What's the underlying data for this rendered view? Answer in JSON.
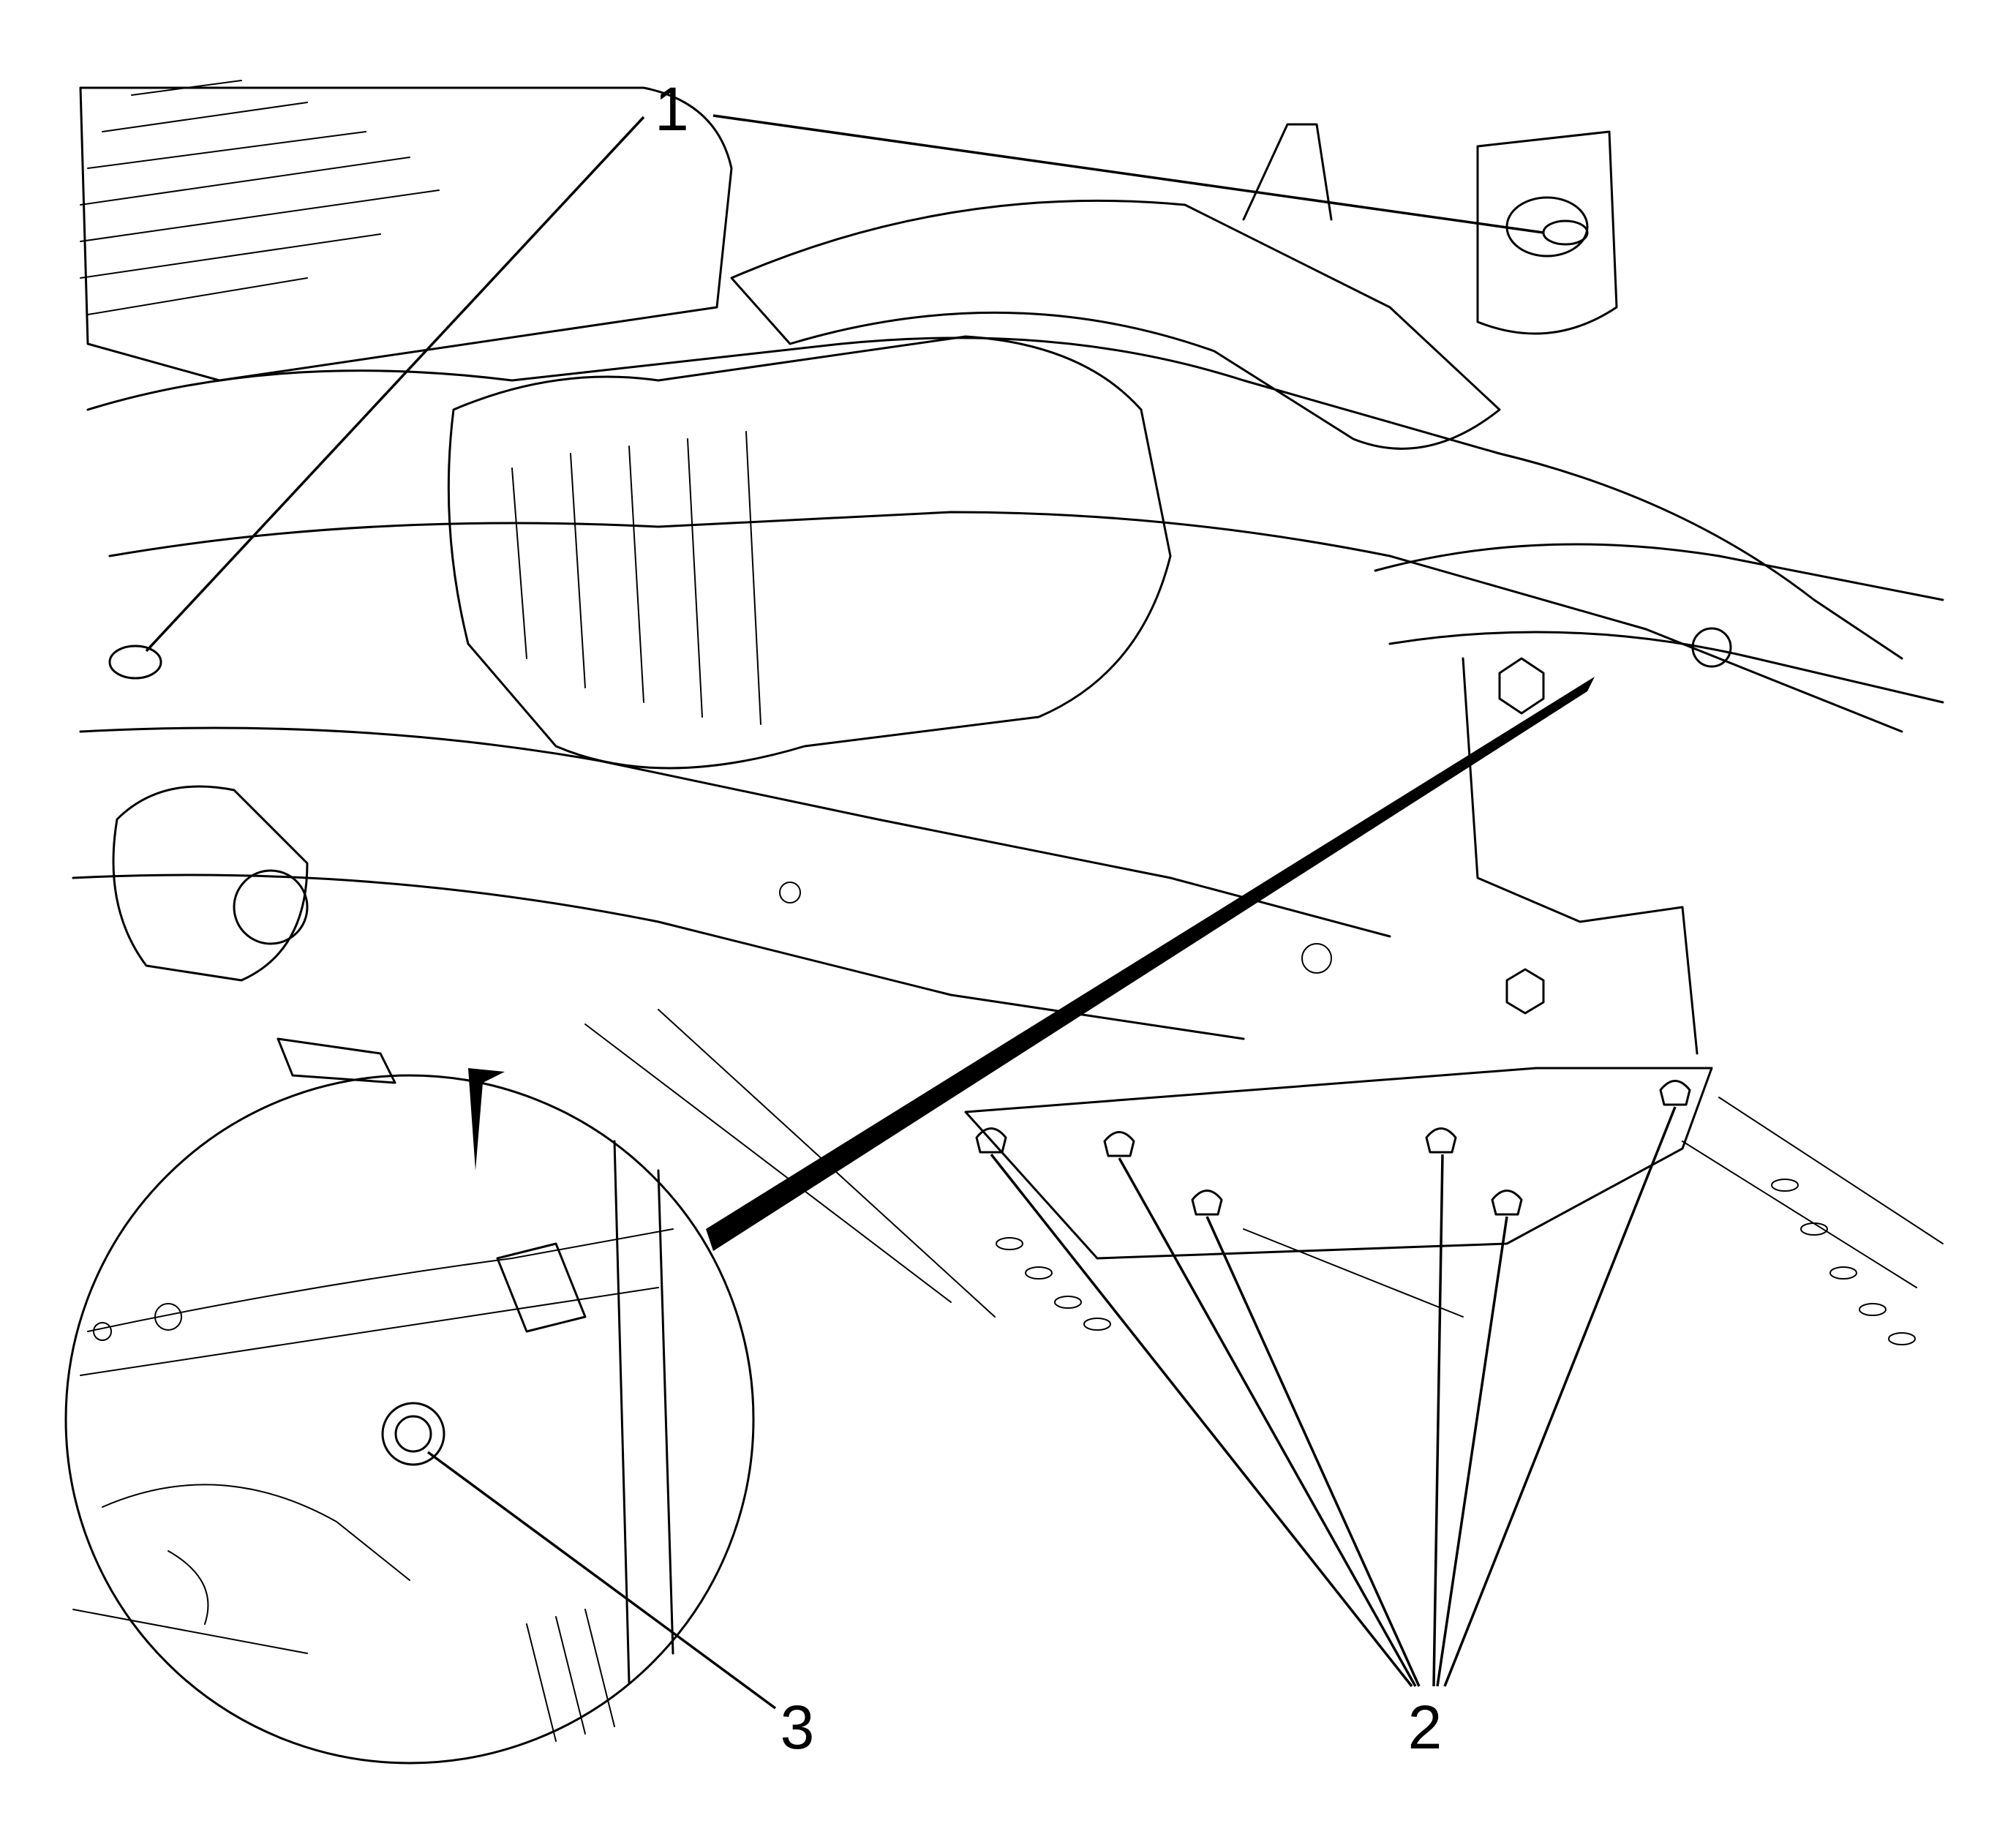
{
  "figure": {
    "callouts": [
      {
        "label": "1"
      },
      {
        "label": "2"
      },
      {
        "label": "3"
      }
    ],
    "colors": {
      "line": "#000000",
      "background": "#ffffff"
    }
  }
}
